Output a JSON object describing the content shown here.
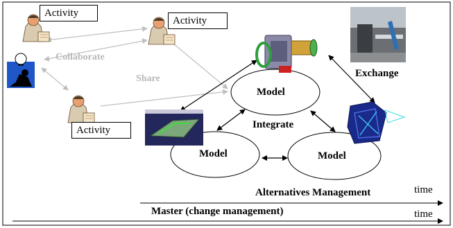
{
  "activities": [
    {
      "label": "Activity"
    },
    {
      "label": "Activity"
    },
    {
      "label": "Activity"
    }
  ],
  "relations": {
    "collaborate": "Collaborate",
    "share": "Share",
    "exchange": "Exchange",
    "integrate": "Integrate"
  },
  "models": [
    {
      "label": "Model"
    },
    {
      "label": "Model"
    },
    {
      "label": "Model"
    }
  ],
  "timelines": [
    {
      "label": "Alternatives Management",
      "axis": "time"
    },
    {
      "label": "Master (change management)",
      "axis": "time"
    }
  ],
  "colors": {
    "collab_arrows": "#bfbfbf",
    "model_arrows": "#000000",
    "person_skin": "#e8a070",
    "person_shirt": "#d9cbb0",
    "cad_blue": "#1a2a8a",
    "cad_green": "#4caf50"
  },
  "icons": [
    "person-at-desk-icon",
    "thinker-bulb-icon",
    "cad-assembly-icon",
    "photo-icon",
    "cad-screen-icon",
    "fem-mesh-icon"
  ]
}
